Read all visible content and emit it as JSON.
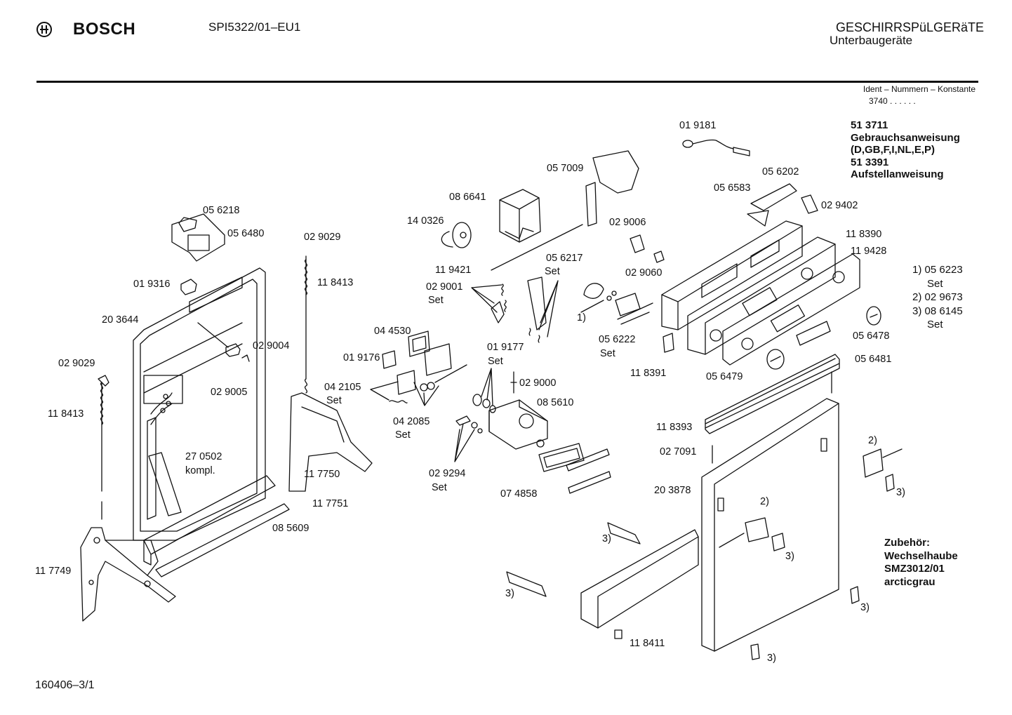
{
  "header": {
    "brand": "BOSCH",
    "model": "SPI5322/01–EU1",
    "title": "GESCHIRRSPüLGERäTE",
    "subtitle": "Unterbaugeräte",
    "ident_label": "Ident – Nummern – Konstante",
    "ident_const": "3740  .  .  .  .  .  ."
  },
  "documents": [
    "51 3711",
    "Gebrauchsanweisung",
    "(D,GB,F,I,NL,E,P)",
    "51 3391",
    "Aufstellanweisung"
  ],
  "legend": [
    {
      "text": "1) 05 6223",
      "indent": false
    },
    {
      "text": "Set",
      "indent": true
    },
    {
      "text": "2) 02 9673",
      "indent": false
    },
    {
      "text": "3) 08 6145",
      "indent": false
    },
    {
      "text": "Set",
      "indent": true
    }
  ],
  "accessory": [
    "Zubehör:",
    "Wechselhaube",
    "SMZ3012/01",
    "arcticgrau"
  ],
  "footer": "160406–3/1",
  "labels": [
    {
      "id": "p-056218",
      "text": "05 6218"
    },
    {
      "id": "p-056480",
      "text": "05 6480"
    },
    {
      "id": "p-019316",
      "text": "01 9316"
    },
    {
      "id": "p-203644",
      "text": "20 3644"
    },
    {
      "id": "p-029029a",
      "text": "02 9029"
    },
    {
      "id": "p-118413a",
      "text": "11 8413"
    },
    {
      "id": "p-029004",
      "text": "02 9004"
    },
    {
      "id": "p-029005",
      "text": "02 9005"
    },
    {
      "id": "p-029029b",
      "text": "02 9029"
    },
    {
      "id": "p-118413b",
      "text": "11 8413"
    },
    {
      "id": "p-270502",
      "text": "27 0502"
    },
    {
      "id": "p-kompl",
      "text": "kompl."
    },
    {
      "id": "p-117749",
      "text": "11 7749"
    },
    {
      "id": "p-117751",
      "text": "11 7751"
    },
    {
      "id": "p-085609",
      "text": "08 5609"
    },
    {
      "id": "p-117750",
      "text": "11 7750"
    },
    {
      "id": "p-044530",
      "text": "04 4530"
    },
    {
      "id": "p-019176",
      "text": "01 9176"
    },
    {
      "id": "p-042105",
      "text": "04 2105"
    },
    {
      "id": "p-set1",
      "text": "Set"
    },
    {
      "id": "p-042085",
      "text": "04 2085"
    },
    {
      "id": "p-set2",
      "text": "Set"
    },
    {
      "id": "p-029294",
      "text": "02 9294"
    },
    {
      "id": "p-set3",
      "text": "Set"
    },
    {
      "id": "p-074858",
      "text": "07 4858"
    },
    {
      "id": "p-085610",
      "text": "08 5610"
    },
    {
      "id": "p-029000",
      "text": "02 9000"
    },
    {
      "id": "p-019177",
      "text": "01 9177"
    },
    {
      "id": "p-set4",
      "text": "Set"
    },
    {
      "id": "p-140326",
      "text": "14 0326"
    },
    {
      "id": "p-086641",
      "text": "08 6641"
    },
    {
      "id": "p-057009",
      "text": "05 7009"
    },
    {
      "id": "p-119421",
      "text": "11 9421"
    },
    {
      "id": "p-029001",
      "text": "02 9001"
    },
    {
      "id": "p-set5",
      "text": "Set"
    },
    {
      "id": "p-056217",
      "text": "05 6217"
    },
    {
      "id": "p-set6",
      "text": "Set"
    },
    {
      "id": "p-029006",
      "text": "02 9006"
    },
    {
      "id": "p-029060",
      "text": "02 9060"
    },
    {
      "id": "p-1a",
      "text": "1)"
    },
    {
      "id": "p-056222",
      "text": "05 6222"
    },
    {
      "id": "p-set7",
      "text": "Set"
    },
    {
      "id": "p-019181",
      "text": "01 9181"
    },
    {
      "id": "p-056202",
      "text": "05 6202"
    },
    {
      "id": "p-056583",
      "text": "05 6583"
    },
    {
      "id": "p-029402",
      "text": "02 9402"
    },
    {
      "id": "p-118390",
      "text": "11 8390"
    },
    {
      "id": "p-119428",
      "text": "11 9428"
    },
    {
      "id": "p-056478",
      "text": "05 6478"
    },
    {
      "id": "p-056481",
      "text": "05 6481"
    },
    {
      "id": "p-118391",
      "text": "11 8391"
    },
    {
      "id": "p-056479",
      "text": "05 6479"
    },
    {
      "id": "p-118393",
      "text": "11 8393"
    },
    {
      "id": "p-027091",
      "text": "02 7091"
    },
    {
      "id": "p-203878",
      "text": "20 3878"
    },
    {
      "id": "p-2a",
      "text": "2)"
    },
    {
      "id": "p-2b",
      "text": "2)"
    },
    {
      "id": "p-3a",
      "text": "3)"
    },
    {
      "id": "p-3b",
      "text": "3)"
    },
    {
      "id": "p-3c",
      "text": "3)"
    },
    {
      "id": "p-3d",
      "text": "3)"
    },
    {
      "id": "p-3e",
      "text": "3)"
    },
    {
      "id": "p-3f",
      "text": "3)"
    },
    {
      "id": "p-118411",
      "text": "11 8411"
    }
  ]
}
